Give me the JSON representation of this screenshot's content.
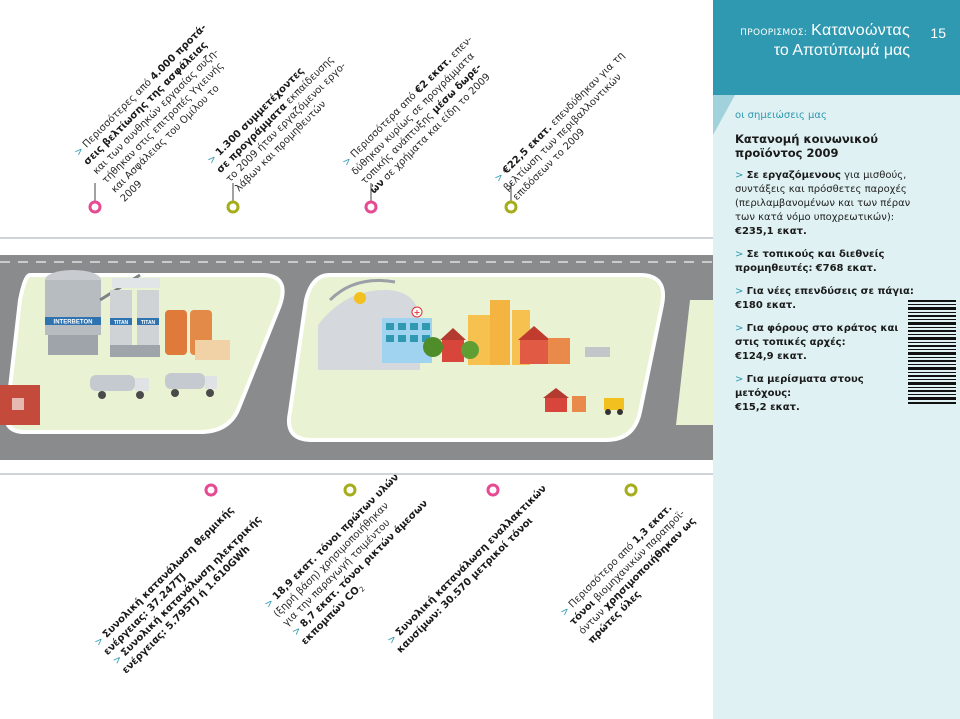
{
  "header": {
    "label": "ΠΡΟΟΡΙΣΜΟΣ:",
    "title_line1": "Κατανοώντας",
    "title_line2": "το Αποτύπωμά μας",
    "page_number": "15"
  },
  "notes_tag": "οι σημειώσεις μας",
  "distribution": {
    "title": "Κατανομή κοινωνικού προϊόντος 2009",
    "items": [
      {
        "lead": "Σε εργαζόμενους",
        "text": " για μισθούς, συντάξεις και πρόσθετες παροχές (περιλαμβανομένων και των πέραν των κατά νόμο υποχρεωτικών):",
        "value": "€235,1 εκατ."
      },
      {
        "lead": "Σε τοπικούς και διεθνείς προμηθευτές:",
        "text": "",
        "value": "€768 εκατ."
      },
      {
        "lead": "Για νέες επενδύσεις σε πάγια:",
        "text": "",
        "value": "€180 εκατ."
      },
      {
        "lead": "Για φόρους στο κράτος και στις τοπικές αρχές:",
        "text": "",
        "value": "€124,9 εκατ."
      },
      {
        "lead": "Για μερίσματα στους μετόχους:",
        "text": "",
        "value": "€15,2 εκατ."
      }
    ]
  },
  "top_stats": [
    {
      "l1a": "Περισσότερες από ",
      "l1b": "4.000 προτά-",
      "l2": "σεις βελτίωσης της ασφάλειας",
      "l3": "και των συνθηκών εργασίας συζη-",
      "l4": "τήθηκαν στις επιτροπές Υγιεινής",
      "l5": "και Ασφάλειας του Ομίλου το",
      "l6": "2009"
    },
    {
      "l1": "1.300 συμμετέχοντες",
      "l2a": "σε προγράμματα",
      "l2b": " εκπαίδευσης",
      "l3": "το 2009 ήταν εργαζόμενοι εργο-",
      "l4": "λάβων και προμηθευτών"
    },
    {
      "l1a": "Περισσότερα από ",
      "l1b": "€2 εκατ.",
      "l1c": " επεν-",
      "l2": "δύθηκαν κυρίως σε προγράμματα",
      "l3a": "τοπικής ανάπτυξης ",
      "l3b": "μέσω δωρε-",
      "l4a": "ών",
      "l4b": " σε χρήματα και είδη το 2009"
    },
    {
      "l1a": "€22,5 εκατ.",
      "l1b": " επενδύθηκαν για τη",
      "l2": "βελτίωση των περιβαλλοντικών",
      "l3": "επιδόσεων το 2009"
    }
  ],
  "bottom_stats": [
    {
      "l1": "Συνολική κατανάλωση θερμικής",
      "l2": "ενέργειας: 37.247TJ",
      "l3": "Συνολική κατανάλωση ηλεκτρικής",
      "l4": "ενέργειας: 5.795TJ ή 1.610GWh"
    },
    {
      "l1": "18,9 εκατ. τόνοι πρώτων υλών",
      "l2": "(ξηρή βάση) χρησιμοποιήθηκαν",
      "l3": "για την παραγωγή τσιμέντου",
      "l4a": "8,7 εκατ. τόνοι",
      "l4b": " ρικτών άμεσων",
      "l5a": "εκπομπών CO",
      "l5b": "2"
    },
    {
      "l1": "Συνολική κατανάλωση εναλλακτικών",
      "l2a": "καυσίμων: ",
      "l2b": "30.570 μετρικοί τόνοι"
    },
    {
      "l1a": "Περισσότερο από ",
      "l1b": "1,3 εκατ.",
      "l2a": "τόνοι",
      "l2b": " βιομηχανικών παραπροϊ-",
      "l3a": "όντων ",
      "l3b": "χρησιμοποιήθηκαν ως",
      "l4": "πρώτες ύλες"
    }
  ],
  "illustration": {
    "silo_brand": "INTERBETON",
    "tower_brand": "TITAN",
    "cross": "+"
  },
  "colors": {
    "panel_bg": "#dff1f3",
    "header_bg": "#2e99b0",
    "road": "#8a8b8c",
    "lawn": "#e9f2d3",
    "pink_dot": "#e64a93",
    "olive_dot": "#a5ad1d",
    "teal_dot": "#2e99b0"
  }
}
